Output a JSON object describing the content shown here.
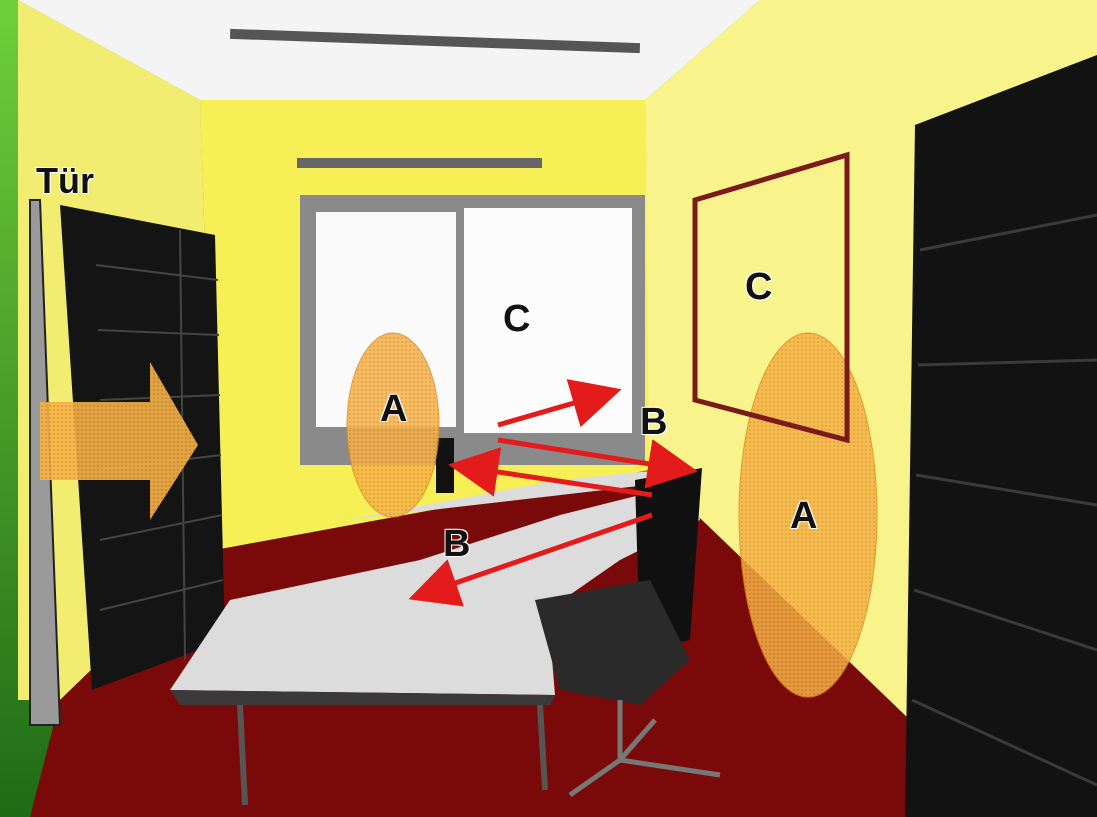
{
  "labels": {
    "door": "Tür",
    "window_zone": "C",
    "wall_frame_zone": "C",
    "left_oval": "A",
    "right_oval": "A",
    "arrow_upper": "B",
    "arrow_lower": "B"
  },
  "colors": {
    "frame": "#7a1a1a",
    "arrows": "#e31b1b",
    "ovals": "#f5a623",
    "walls": "#f5f06a",
    "floor": "#7a0a0a",
    "shelves": "#111111"
  }
}
